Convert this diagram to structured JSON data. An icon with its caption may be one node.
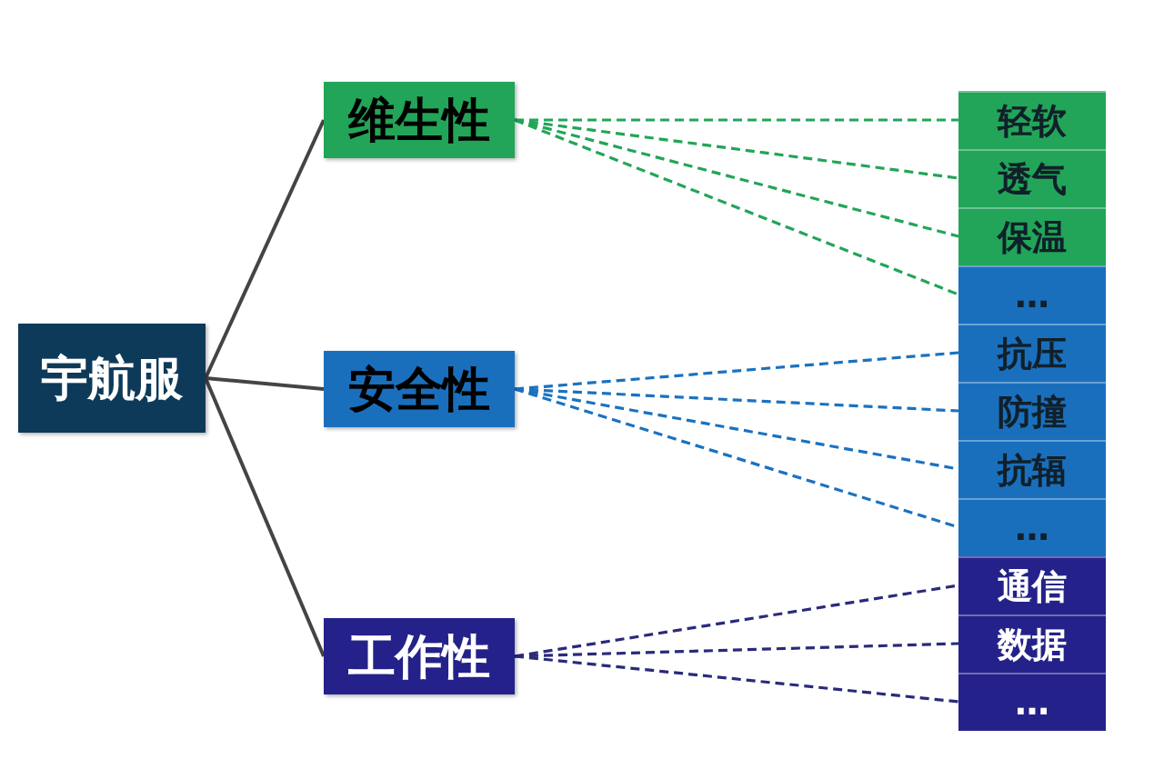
{
  "diagram": {
    "nodes": [
      {
        "text": [
          "宇航服"
        ]
      },
      {
        "text": [
          "维生性"
        ]
      },
      {
        "text": [
          "安全性"
        ]
      },
      {
        "text": [
          "工作性"
        ]
      },
      {
        "text": [
          "轻软"
        ]
      },
      {
        "text": [
          "透气"
        ]
      },
      {
        "text": [
          "保温"
        ]
      },
      {
        "text": [
          "…"
        ]
      },
      {
        "text": [
          "抗压"
        ]
      },
      {
        "text": [
          "防撞"
        ]
      },
      {
        "text": [
          "抗辐"
        ]
      },
      {
        "text": [
          "…"
        ]
      },
      {
        "text": [
          "通信"
        ]
      },
      {
        "text": [
          "数据"
        ]
      },
      {
        "text": [
          "…"
        ]
      }
    ],
    "edges": [
      {
        "from": 0,
        "to": 1,
        "arrow": "none",
        "color": "#444444"
      },
      {
        "from": 0,
        "to": 2,
        "arrow": "none",
        "color": "#444444"
      },
      {
        "from": 0,
        "to": 3,
        "arrow": "none",
        "color": "#444444"
      },
      {
        "from": 1,
        "to": 4,
        "arrow": "none",
        "style": "dashed",
        "color": "#22a558"
      },
      {
        "from": 1,
        "to": 5,
        "arrow": "none",
        "style": "dashed",
        "color": "#22a558"
      },
      {
        "from": 1,
        "to": 6,
        "arrow": "none",
        "style": "dashed",
        "color": "#22a558"
      },
      {
        "from": 1,
        "to": 7,
        "arrow": "none",
        "style": "dashed",
        "color": "#22a558"
      },
      {
        "from": 2,
        "to": 8,
        "arrow": "none",
        "style": "dashed",
        "color": "#1a72c0"
      },
      {
        "from": 2,
        "to": 9,
        "arrow": "none",
        "style": "dashed",
        "color": "#1a72c0"
      },
      {
        "from": 2,
        "to": 10,
        "arrow": "none",
        "style": "dashed",
        "color": "#1a72c0"
      },
      {
        "from": 2,
        "to": 11,
        "arrow": "none",
        "style": "dashed",
        "color": "#1a72c0"
      },
      {
        "from": 3,
        "to": 12,
        "arrow": "none",
        "style": "dashed",
        "color": "#2a2a7a"
      },
      {
        "from": 3,
        "to": 13,
        "arrow": "none",
        "style": "dashed",
        "color": "#2a2a7a"
      },
      {
        "from": 3,
        "to": 14,
        "arrow": "none",
        "style": "dashed",
        "color": "#2a2a7a"
      }
    ]
  }
}
